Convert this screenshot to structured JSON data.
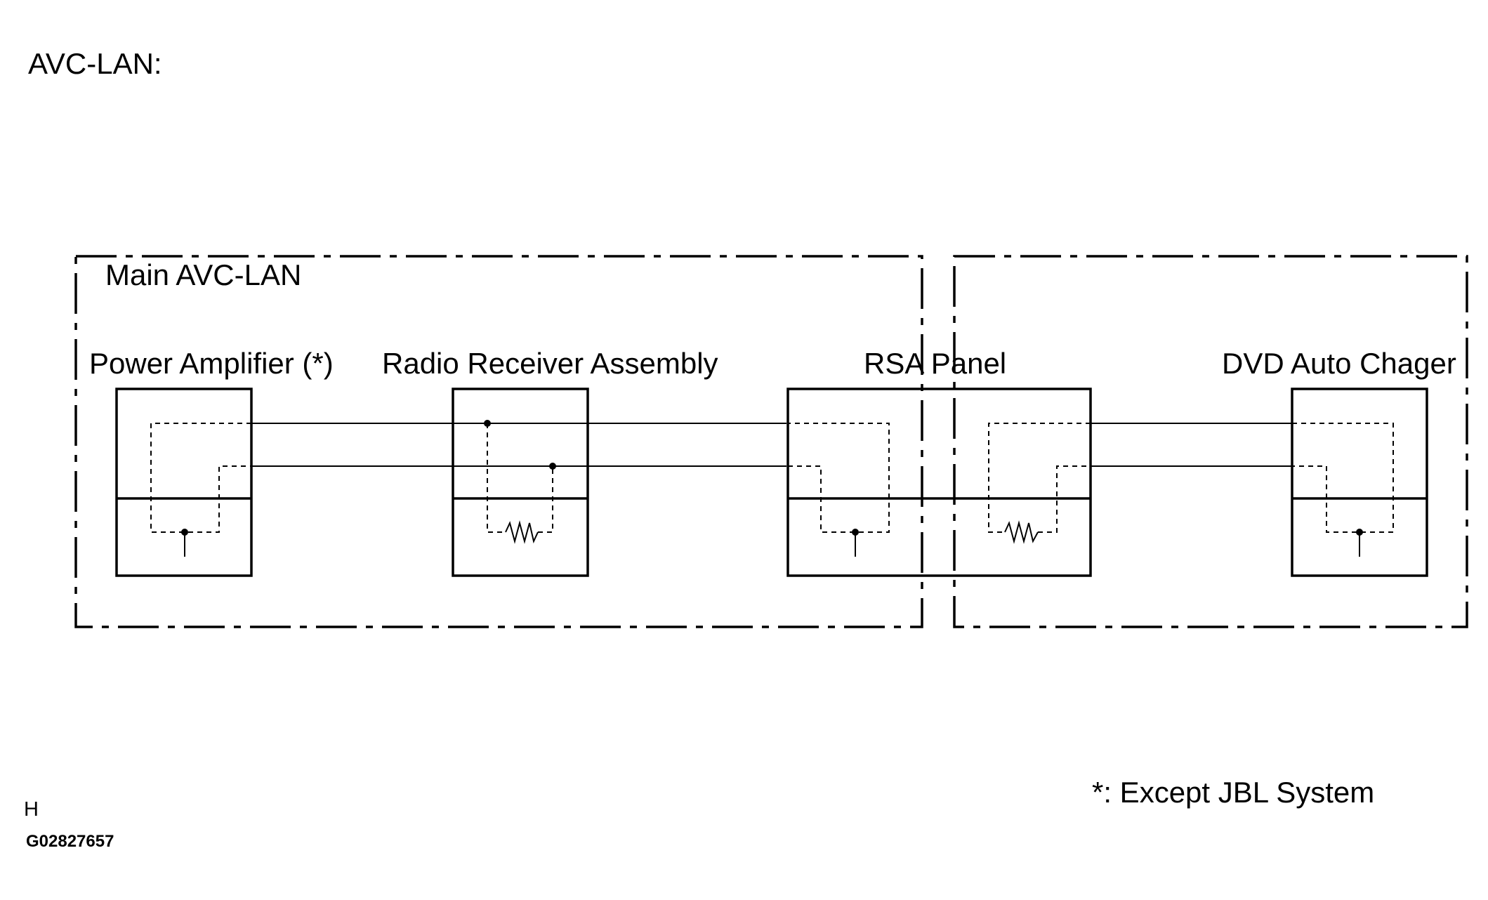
{
  "diagram": {
    "title": "AVC-LAN:",
    "group_left_label": "Main AVC-LAN",
    "components": {
      "power_amplifier": "Power Amplifier (*)",
      "radio_receiver": "Radio Receiver Assembly",
      "rsa_panel": "RSA Panel",
      "dvd_auto_changer": "DVD Auto Chager"
    },
    "footnote": "*: Except JBL System",
    "corner_mark": "H",
    "figure_code": "G02827657"
  }
}
